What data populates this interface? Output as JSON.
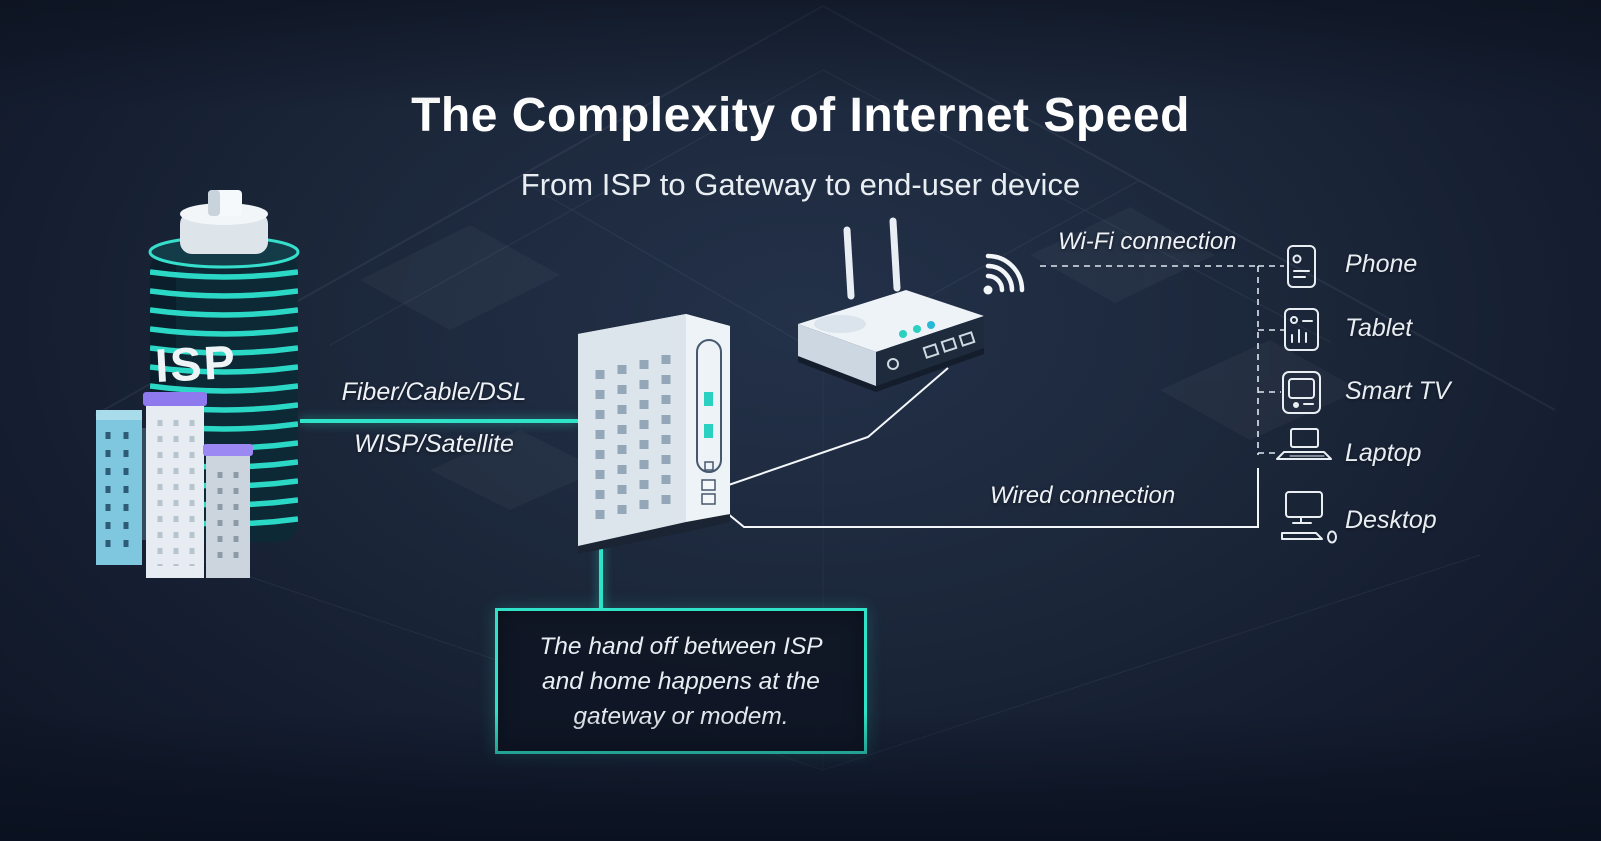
{
  "title": "The Complexity of Internet Speed",
  "subtitle": "From ISP to Gateway to end-user device",
  "isp": {
    "label": "ISP"
  },
  "links": {
    "isp_to_gateway_line1": "Fiber/Cable/DSL",
    "isp_to_gateway_line2": "WISP/Satellite",
    "wifi_label": "Wi-Fi connection",
    "wired_label": "Wired connection"
  },
  "devices": [
    {
      "id": "phone",
      "label": "Phone",
      "connection": "wifi"
    },
    {
      "id": "tablet",
      "label": "Tablet",
      "connection": "wifi"
    },
    {
      "id": "smart-tv",
      "label": "Smart TV",
      "connection": "wifi"
    },
    {
      "id": "laptop",
      "label": "Laptop",
      "connection": "wifi"
    },
    {
      "id": "desktop",
      "label": "Desktop",
      "connection": "wired"
    }
  ],
  "callout": {
    "text": "The hand off between ISP and home happens at the gateway or modem."
  },
  "colors": {
    "background": "#141d2f",
    "accent": "#2ee3c7",
    "text": "#ffffff"
  }
}
